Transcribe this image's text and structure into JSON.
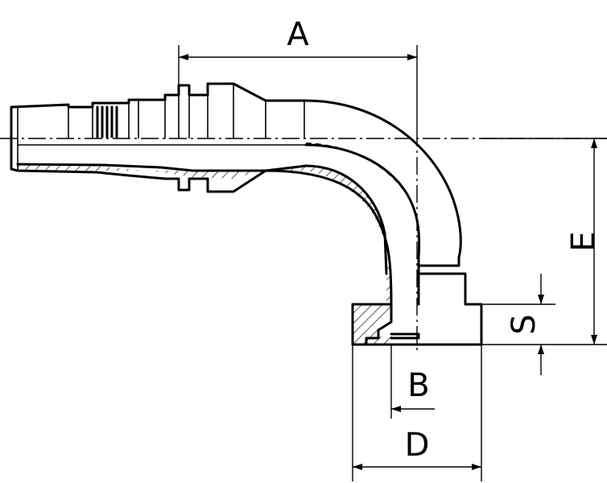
{
  "dimensions": {
    "a": "A",
    "b": "B",
    "d": "D",
    "e": "E",
    "s": "S"
  }
}
